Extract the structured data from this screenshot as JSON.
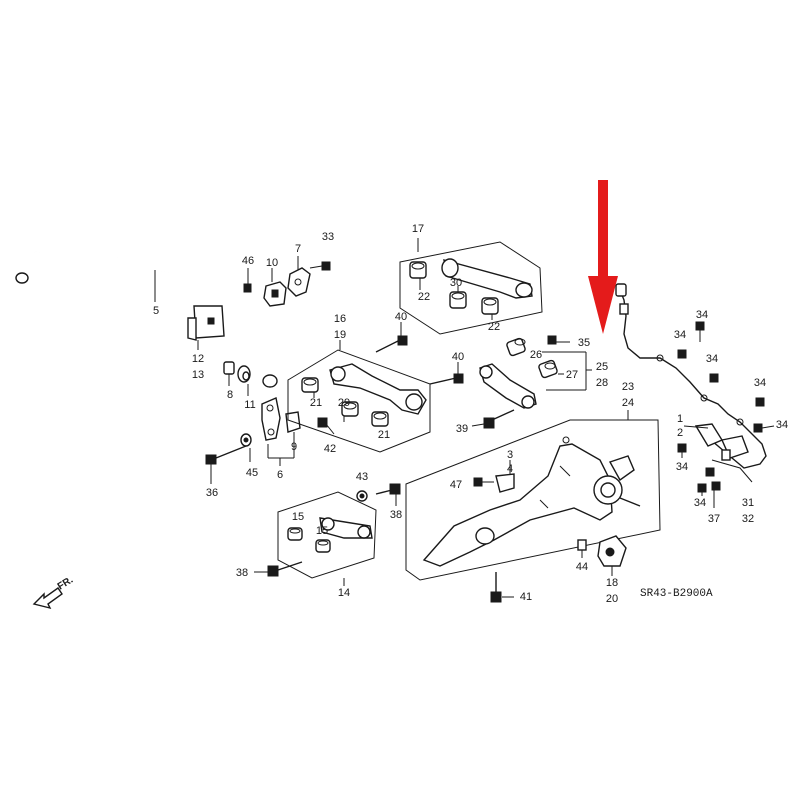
{
  "diagram_code": "SR43-B2900A",
  "front_marker": "FR.",
  "colors": {
    "line": "#1a1a1a",
    "arrow": "#e41b1b",
    "background": "#ffffff"
  },
  "callouts": [
    {
      "id": "p5",
      "text": "5"
    },
    {
      "id": "p46",
      "text": "46"
    },
    {
      "id": "p10",
      "text": "10"
    },
    {
      "id": "p7",
      "text": "7"
    },
    {
      "id": "p33",
      "text": "33"
    },
    {
      "id": "p12",
      "text": "12"
    },
    {
      "id": "p13",
      "text": "13"
    },
    {
      "id": "p8",
      "text": "8"
    },
    {
      "id": "p11",
      "text": "11"
    },
    {
      "id": "p9",
      "text": "9"
    },
    {
      "id": "p6",
      "text": "6"
    },
    {
      "id": "p36",
      "text": "36"
    },
    {
      "id": "p45",
      "text": "45"
    },
    {
      "id": "p42",
      "text": "42"
    },
    {
      "id": "p17",
      "text": "17"
    },
    {
      "id": "p22a",
      "text": "22"
    },
    {
      "id": "p30",
      "text": "30"
    },
    {
      "id": "p22b",
      "text": "22"
    },
    {
      "id": "p16",
      "text": "16"
    },
    {
      "id": "p19",
      "text": "19"
    },
    {
      "id": "p40a",
      "text": "40"
    },
    {
      "id": "p21a",
      "text": "21"
    },
    {
      "id": "p29",
      "text": "29"
    },
    {
      "id": "p21b",
      "text": "21"
    },
    {
      "id": "p40b",
      "text": "40"
    },
    {
      "id": "p39",
      "text": "39"
    },
    {
      "id": "p35",
      "text": "35"
    },
    {
      "id": "p26",
      "text": "26"
    },
    {
      "id": "p27",
      "text": "27"
    },
    {
      "id": "p25",
      "text": "25"
    },
    {
      "id": "p28",
      "text": "28"
    },
    {
      "id": "p23",
      "text": "23"
    },
    {
      "id": "p24",
      "text": "24"
    },
    {
      "id": "p3",
      "text": "3"
    },
    {
      "id": "p4",
      "text": "4"
    },
    {
      "id": "p47",
      "text": "47"
    },
    {
      "id": "p43",
      "text": "43"
    },
    {
      "id": "p38a",
      "text": "38"
    },
    {
      "id": "p15a",
      "text": "15"
    },
    {
      "id": "p15b",
      "text": "15"
    },
    {
      "id": "p14",
      "text": "14"
    },
    {
      "id": "p38b",
      "text": "38"
    },
    {
      "id": "p41",
      "text": "41"
    },
    {
      "id": "p44",
      "text": "44"
    },
    {
      "id": "p18",
      "text": "18"
    },
    {
      "id": "p20",
      "text": "20"
    },
    {
      "id": "p34a",
      "text": "34"
    },
    {
      "id": "p34b",
      "text": "34"
    },
    {
      "id": "p34c",
      "text": "34"
    },
    {
      "id": "p34d",
      "text": "34"
    },
    {
      "id": "p34e",
      "text": "34"
    },
    {
      "id": "p34f",
      "text": "34"
    },
    {
      "id": "p34g",
      "text": "34"
    },
    {
      "id": "p1",
      "text": "1"
    },
    {
      "id": "p2",
      "text": "2"
    },
    {
      "id": "p37",
      "text": "37"
    },
    {
      "id": "p31",
      "text": "31"
    },
    {
      "id": "p32",
      "text": "32"
    }
  ]
}
